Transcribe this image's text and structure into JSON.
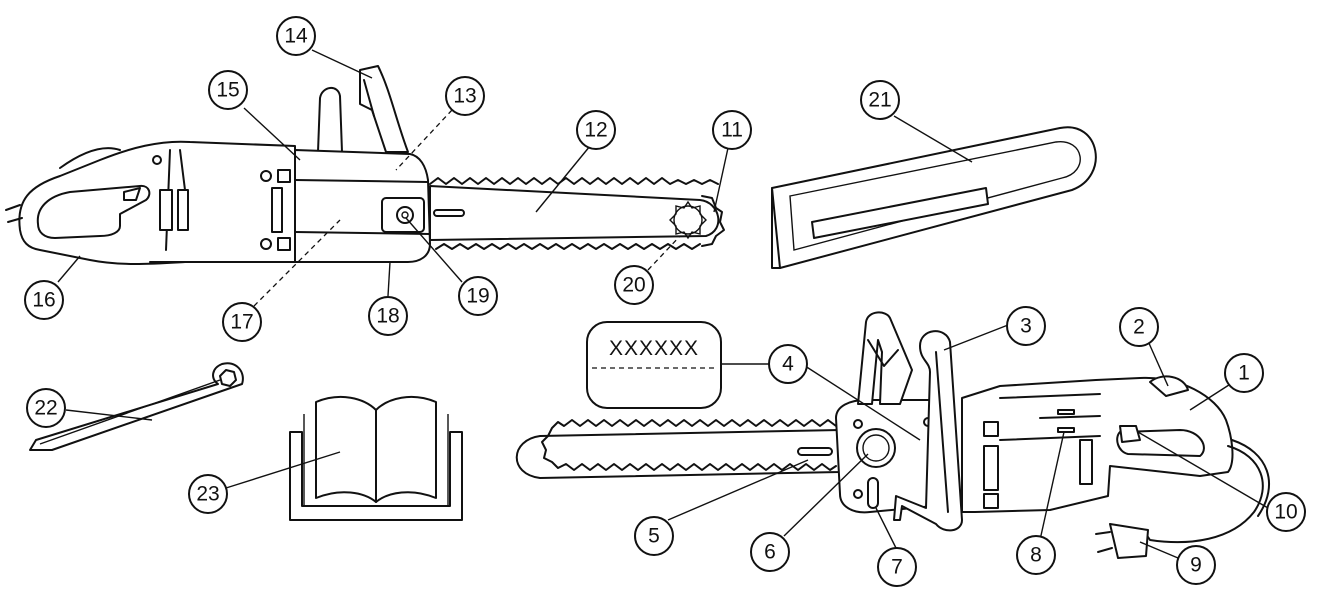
{
  "callouts": {
    "c1": "1",
    "c2": "2",
    "c3": "3",
    "c4": "4",
    "c5": "5",
    "c6": "6",
    "c7": "7",
    "c8": "8",
    "c9": "9",
    "c10": "10",
    "c11": "11",
    "c12": "12",
    "c13": "13",
    "c14": "14",
    "c15": "15",
    "c16": "16",
    "c17": "17",
    "c18": "18",
    "c19": "19",
    "c20": "20",
    "c21": "21",
    "c22": "22",
    "c23": "23"
  },
  "rating_label": {
    "text": "XXXXXX"
  },
  "colors": {
    "ink": "#111111",
    "paper": "#ffffff"
  }
}
